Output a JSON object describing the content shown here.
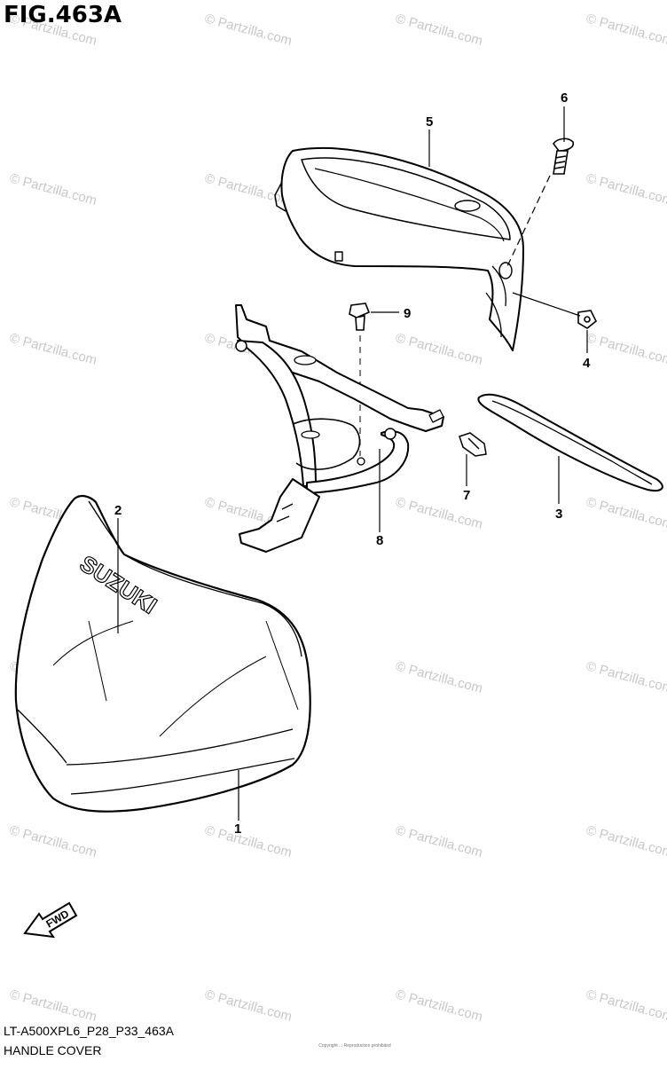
{
  "figure": {
    "title": "FIG.463A",
    "model_code": "LT-A500XPL6_P28_P33_463A",
    "caption": "HANDLE COVER",
    "copyright_small": "Copyright ... Reproduction prohibited"
  },
  "parts": [
    {
      "number": "1"
    },
    {
      "number": "2"
    },
    {
      "number": "3"
    },
    {
      "number": "4"
    },
    {
      "number": "5"
    },
    {
      "number": "6"
    },
    {
      "number": "7"
    },
    {
      "number": "8"
    },
    {
      "number": "9"
    }
  ],
  "emblem_text": "SUZUKI",
  "direction_arrow": "FWD",
  "watermark": "© Partzilla.com",
  "colors": {
    "line": "#000000",
    "watermark": "#c8c8c8"
  }
}
